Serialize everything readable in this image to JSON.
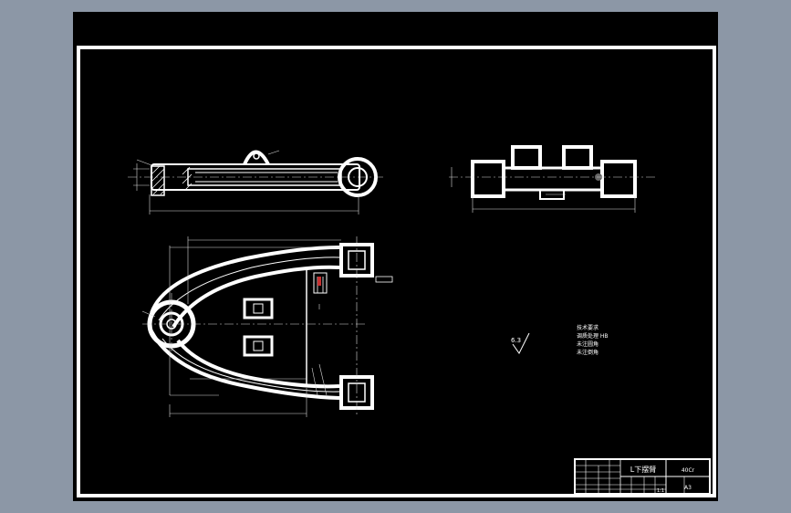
{
  "colors": {
    "background": "#8c97a6",
    "canvas": "#000000",
    "line": "#ffffff",
    "dimension": "#d9d9d9",
    "accent_red": "#c83232"
  },
  "notes": {
    "title": "技术要求",
    "line1": "调质处理 HB",
    "line2": "未注圆角",
    "line3": "未注倒角",
    "roughness": "6.3"
  },
  "title_block": {
    "part_name": "L下摆臂",
    "material": "40Cr",
    "scale": "1:1",
    "drawing_no": "A3"
  }
}
